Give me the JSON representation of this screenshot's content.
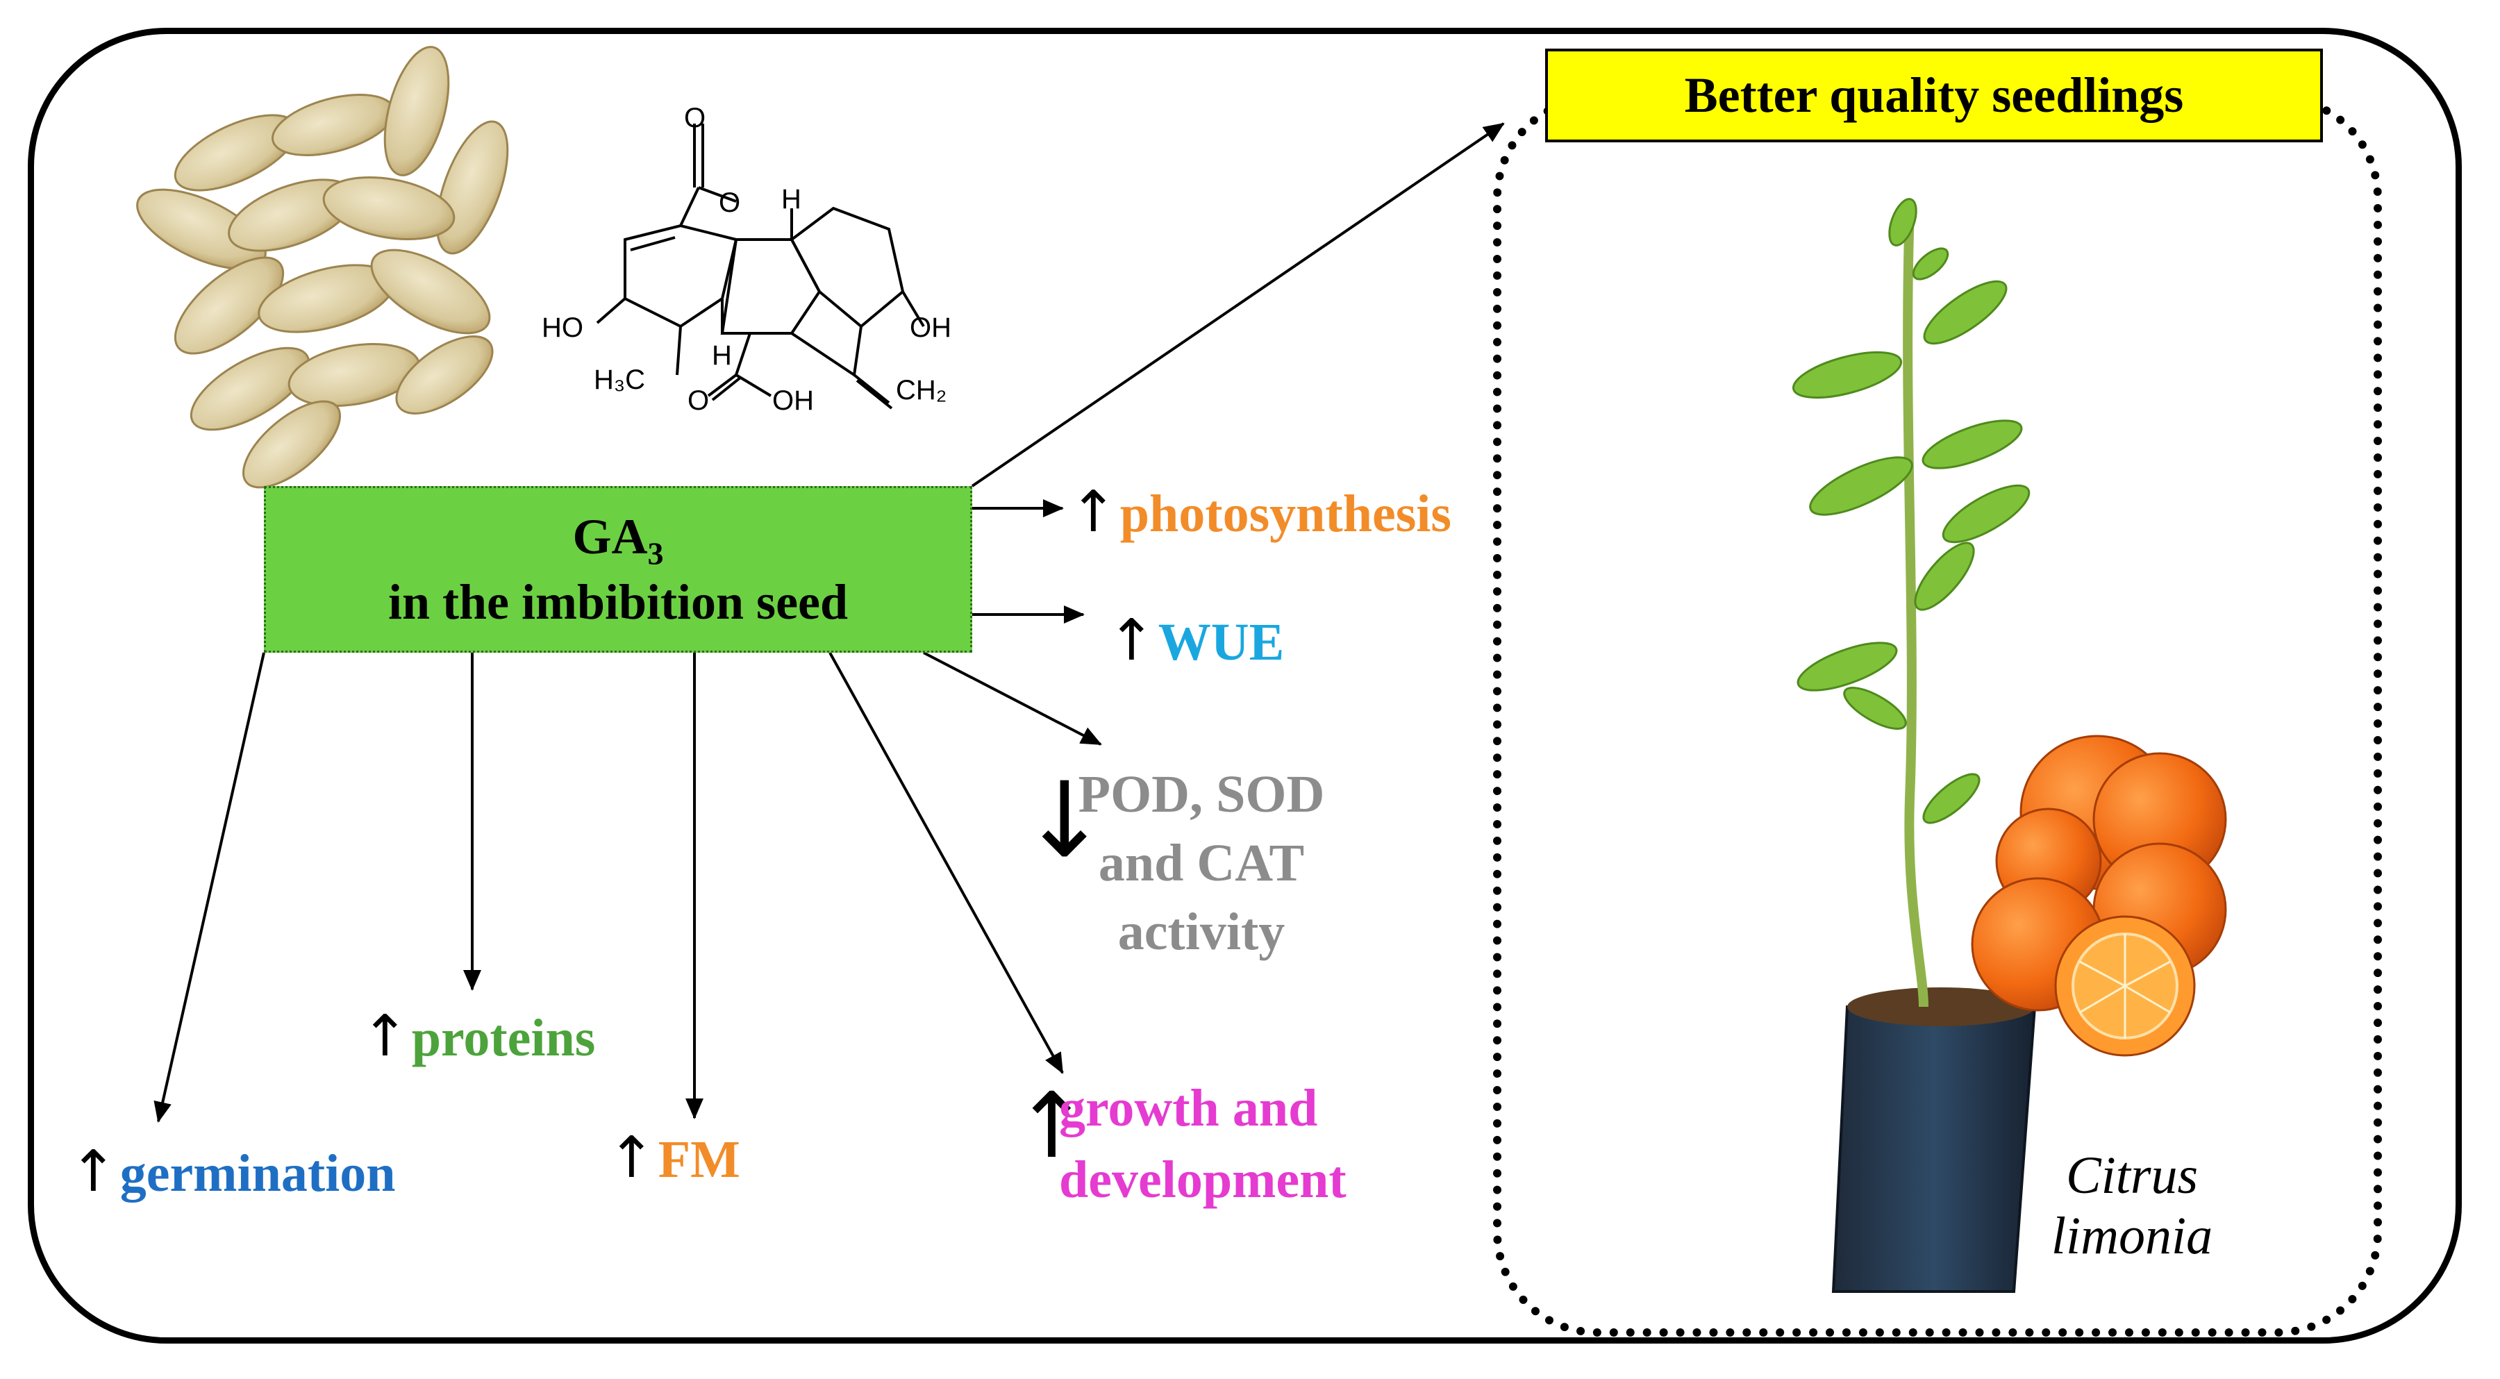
{
  "title": "Better quality seedlings",
  "center": {
    "line1_main": "GA",
    "line1_sub": "3",
    "line2": "in the imbibition seed"
  },
  "effects": {
    "photosynthesis": "photosynthesis",
    "wue": "WUE",
    "antioxidant_lines": [
      "POD, SOD",
      "and CAT",
      "activity"
    ],
    "proteins": "proteins",
    "germination": "germination",
    "fm": "FM",
    "growth_lines": [
      "growth and",
      "development"
    ]
  },
  "arrows": {
    "up": "↑",
    "down": "↓"
  },
  "species": [
    "Citrus",
    "limonia"
  ],
  "molecule_labels": {
    "o_top": "O",
    "o_ring": "O",
    "h_top": "H",
    "h_mid": "H",
    "ho": "HO",
    "oh_right": "OH",
    "ch3": "H₃C",
    "ch2": "CH₂",
    "acid_o": "O",
    "acid_oh": "OH"
  },
  "colors": {
    "photosynthesis": "#f28c28",
    "wue": "#1aa7e0",
    "antioxidant": "#8c8c8c",
    "proteins": "#4ca33b",
    "germination": "#1e6fc4",
    "fm": "#f28c28",
    "growth": "#e53bd1",
    "title_bg": "#ffff00",
    "center_bg": "#6cd043"
  },
  "icons": [
    "seeds-image",
    "gibberellic-acid-structure",
    "citrus-seedling-image",
    "orange-fruits-image"
  ]
}
